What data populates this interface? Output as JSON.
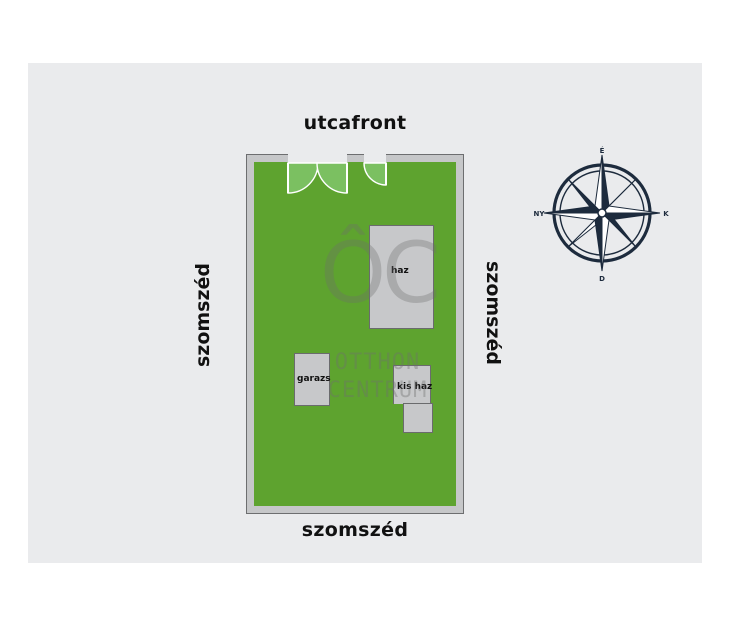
{
  "labels": {
    "street": "utcafront",
    "neighbor_left": "szomszéd",
    "neighbor_right": "szomszéd",
    "neighbor_bottom": "szomszéd"
  },
  "buildings": {
    "main_house": "haz",
    "garage": "garazs",
    "small_house": "kis haz"
  },
  "watermark": {
    "logo": "ÔC",
    "line1": "OTTHON",
    "line2": "CENTRUM"
  },
  "compass": {
    "north": "É",
    "south": "D",
    "west": "NY",
    "east": "K"
  },
  "colors": {
    "lawn": "#5ea32f",
    "building": "#c7c8ca",
    "background": "#eaebed",
    "compass": "#1d2b3d"
  }
}
